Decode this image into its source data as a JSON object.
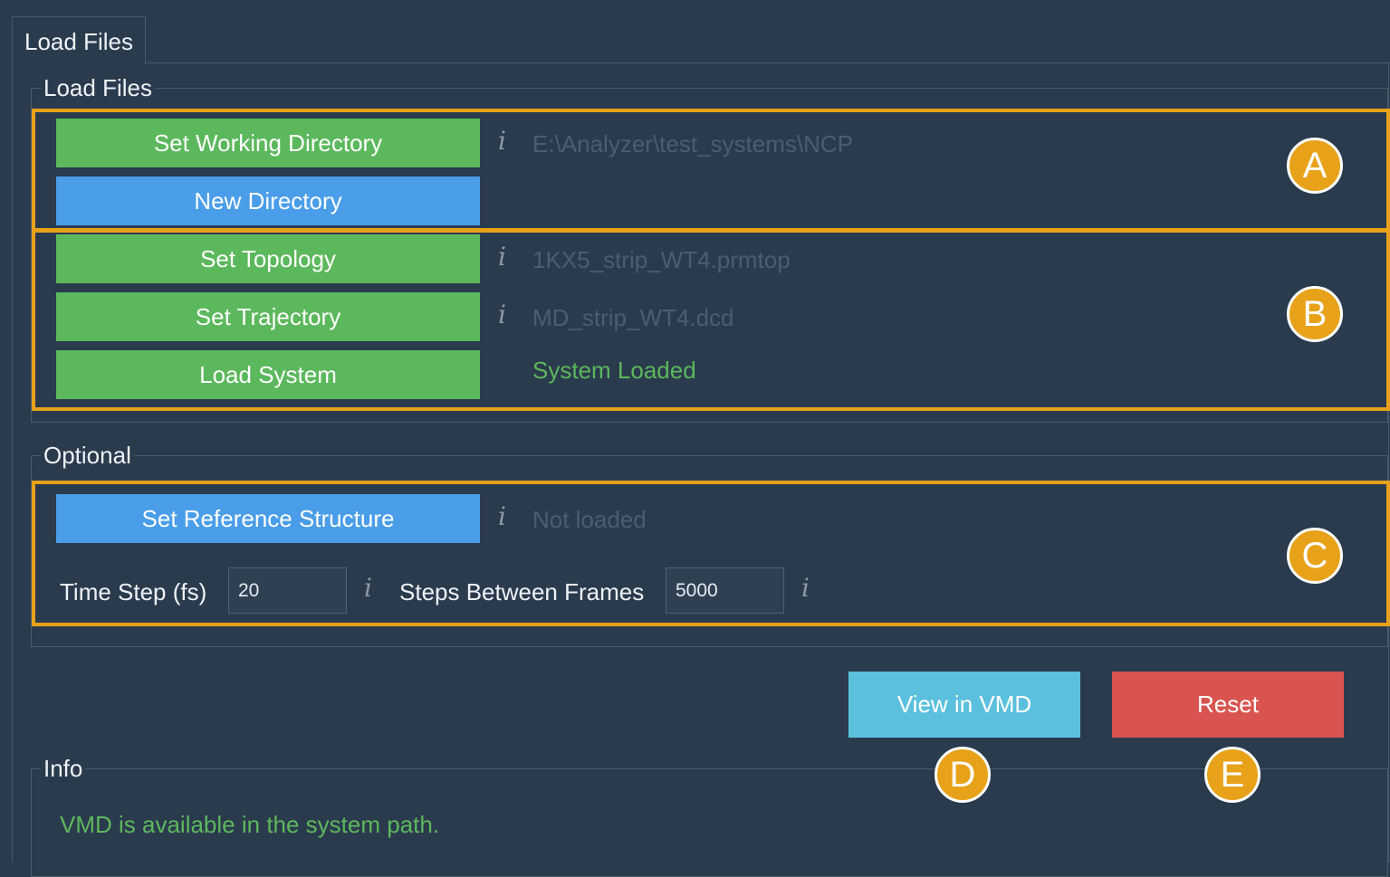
{
  "tab": {
    "label": "Load Files"
  },
  "load_files_group": {
    "title": "Load Files",
    "set_working_directory": "Set Working Directory",
    "working_directory_path": "E:\\Analyzer\\test_systems\\NCP",
    "new_directory": "New Directory",
    "set_topology": "Set Topology",
    "topology_file": "1KX5_strip_WT4.prmtop",
    "set_trajectory": "Set Trajectory",
    "trajectory_file": "MD_strip_WT4.dcd",
    "load_system": "Load System",
    "system_status": "System Loaded"
  },
  "optional_group": {
    "title": "Optional",
    "set_reference_structure": "Set Reference Structure",
    "reference_status": "Not loaded",
    "time_step_label": "Time Step (fs)",
    "time_step_value": "20",
    "steps_between_frames_label": "Steps Between Frames",
    "steps_between_frames_value": "5000"
  },
  "actions": {
    "view_in_vmd": "View in VMD",
    "reset": "Reset"
  },
  "info_group": {
    "title": "Info",
    "message": "VMD is available in the system path."
  },
  "info_icon_glyph": "i",
  "annotations": {
    "a": "A",
    "b": "B",
    "c": "C",
    "d": "D",
    "e": "E"
  },
  "colors": {
    "background": "#2b3b4e",
    "green_button": "#5cb85c",
    "blue_button": "#4a9de8",
    "cyan_button": "#5bc0de",
    "red_button": "#d9534f",
    "status_green": "#5cb85c",
    "annotation_orange": "#e8a21a"
  }
}
